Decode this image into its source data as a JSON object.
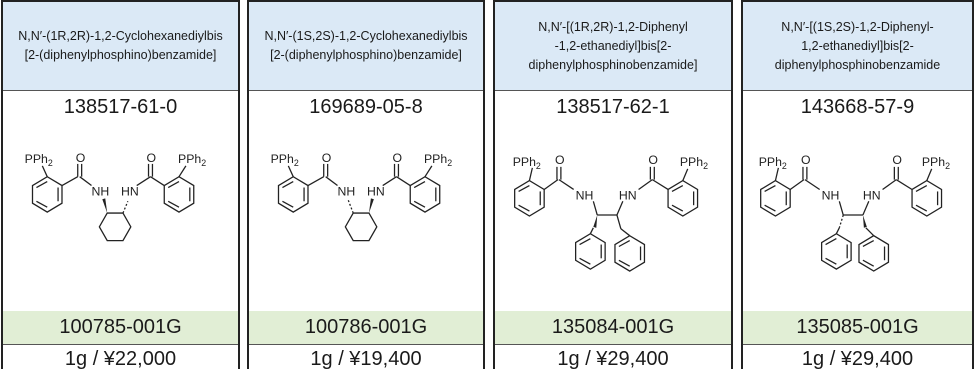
{
  "products": [
    {
      "name_lines": [
        "N,N′-(1R,2R)-1,2-Cyclohexanediylbis",
        "[2-(diphenylphosphino)benzamide]"
      ],
      "cas": "138517-61-0",
      "catalog": "100785-001G",
      "price": "1g / ¥22,000",
      "structure_icon": "cyclohexanediyl-bis-phosphinobenzamide-structure"
    },
    {
      "name_lines": [
        "N,N′-(1S,2S)-1,2-Cyclohexanediylbis",
        "[2-(diphenylphosphino)benzamide]"
      ],
      "cas": "169689-05-8",
      "catalog": "100786-001G",
      "price": "1g / ¥19,400",
      "structure_icon": "cyclohexanediyl-bis-phosphinobenzamide-structure"
    },
    {
      "name_lines": [
        "N,N′-[(1R,2R)-1,2-Diphenyl",
        "-1,2-ethanediyl]bis[2-",
        "diphenylphosphinobenzamide]"
      ],
      "cas": "138517-62-1",
      "catalog": "135084-001G",
      "price": "1g / ¥29,400",
      "structure_icon": "diphenylethanediyl-bis-phosphinobenzamide-structure"
    },
    {
      "name_lines": [
        "N,N′-[(1S,2S)-1,2-Diphenyl-",
        "1,2-ethanediyl]bis[2-",
        "diphenylphosphinobenzamide"
      ],
      "cas": "143668-57-9",
      "catalog": "135085-001G",
      "price": "1g / ¥29,400",
      "structure_icon": "diphenylethanediyl-bis-phosphinobenzamide-structure"
    }
  ],
  "structure_labels": {
    "pph": "PPh",
    "pph_sub": "2",
    "oxygen": "O",
    "nh": "NH",
    "hn": "HN"
  }
}
